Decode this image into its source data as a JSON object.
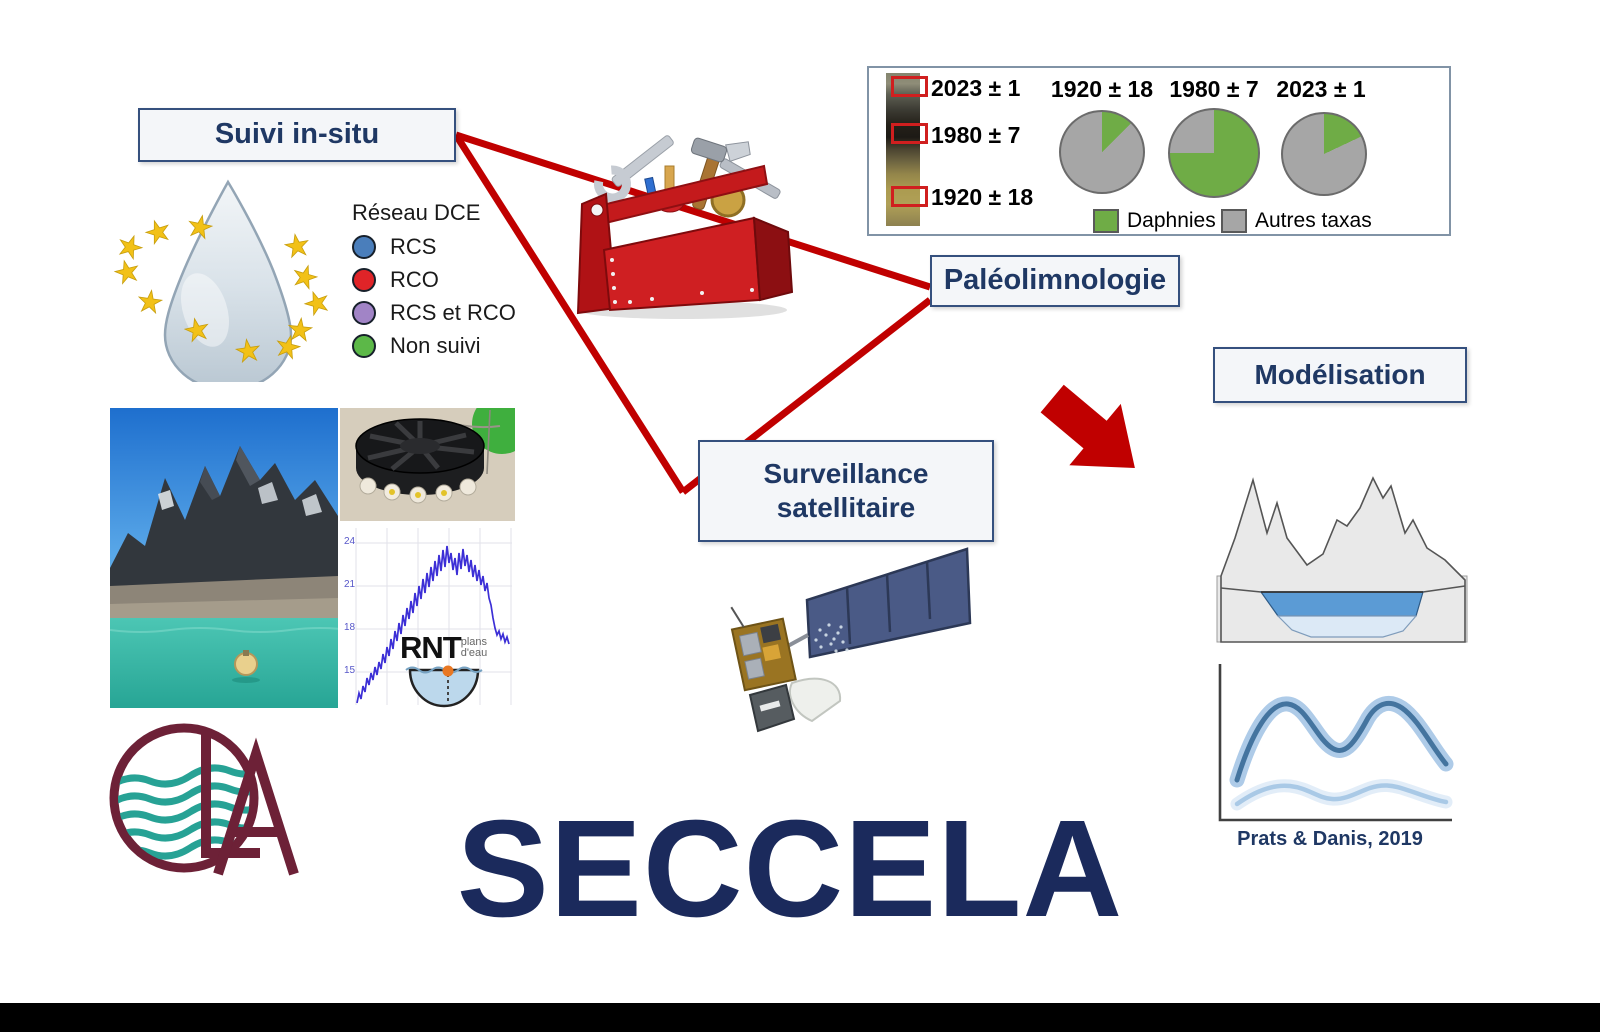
{
  "title": "SECCELA",
  "colors": {
    "accent_red": "#C00000",
    "navy_text": "#1F3864",
    "box_border": "#35507E",
    "pie_green": "#6FAC46",
    "pie_gray": "#A6A6A6"
  },
  "boxes": {
    "suivi": "Suivi in-situ",
    "paleo": "Paléolimnologie",
    "modelisation": "Modélisation",
    "surveillance": [
      "Surveillance",
      "satellitaire"
    ]
  },
  "dce_legend": {
    "title": "Réseau DCE",
    "items": [
      {
        "label": "RCS",
        "color": "#4A7EBB"
      },
      {
        "label": "RCO",
        "color": "#E02428"
      },
      {
        "label": "RCS et RCO",
        "color": "#A184C6"
      },
      {
        "label": "Non suivi",
        "color": "#5CB848"
      }
    ]
  },
  "paleo_panel": {
    "core_labels": [
      "2023 ± 1",
      "1980 ± 7",
      "1920 ± 18"
    ],
    "pies": [
      {
        "label": "1920 ± 18",
        "daphnies_pct": 12.5
      },
      {
        "label": "1980 ± 7",
        "daphnies_pct": 75
      },
      {
        "label": "2023 ± 1",
        "daphnies_pct": 18
      }
    ],
    "legend": [
      {
        "label": "Daphnies",
        "color": "#6FAC46"
      },
      {
        "label": "Autres taxas",
        "color": "#A6A6A6"
      }
    ]
  },
  "chart_data": [
    {
      "type": "pie",
      "title": "1920 ± 18",
      "labels": [
        "Daphnies",
        "Autres taxas"
      ],
      "values": [
        12.5,
        87.5
      ]
    },
    {
      "type": "pie",
      "title": "1980 ± 7",
      "labels": [
        "Daphnies",
        "Autres taxas"
      ],
      "values": [
        75,
        25
      ]
    },
    {
      "type": "pie",
      "title": "2023 ± 1",
      "labels": [
        "Daphnies",
        "Autres taxas"
      ],
      "values": [
        18,
        82
      ]
    },
    {
      "type": "line",
      "title": "",
      "ylabel": "",
      "y_ticks": [
        24,
        21,
        18,
        15
      ],
      "description": "noisy temperature time series rising from ~13 to peaks near 24 then declining to ~17.5"
    }
  ],
  "insitu_chart": {
    "y_ticks": [
      "24",
      "21",
      "18",
      "15"
    ]
  },
  "rnt_logo": {
    "text": "RNT",
    "sub_line1": "plans",
    "sub_line2": "d'eau"
  },
  "modelisation_citation": "Prats & Danis, 2019"
}
